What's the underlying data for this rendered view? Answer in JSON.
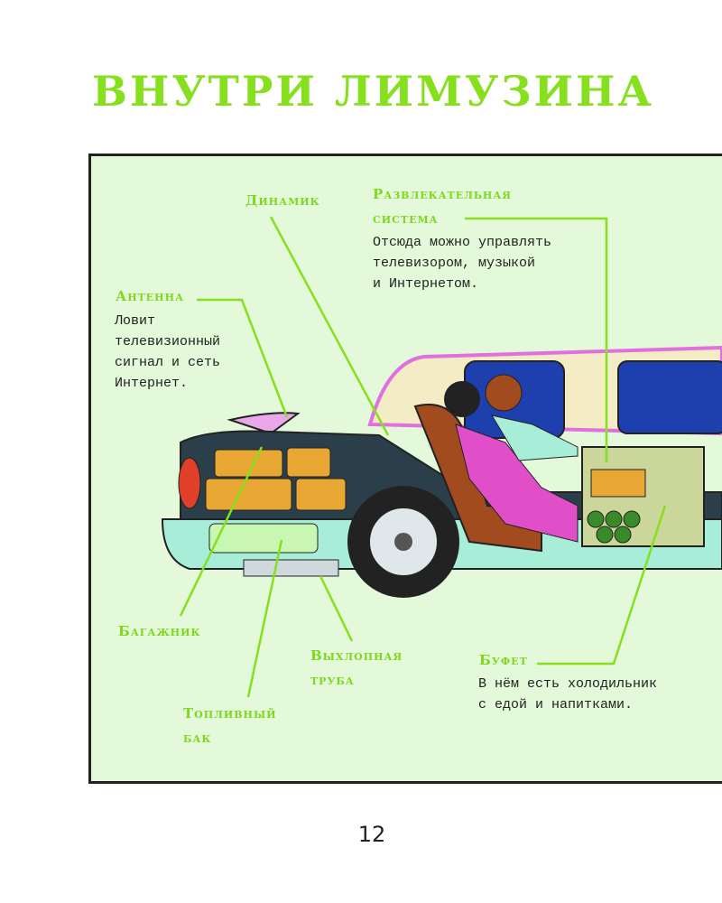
{
  "title": "ВНУТРИ ЛИМУЗИНА",
  "labels": {
    "speaker": {
      "title": "Динамик"
    },
    "entertainment": {
      "title_line1": "Развлекательная",
      "title_line2": "система",
      "desc": "Отсюда можно управлять\nтелевизором, музыкой\nи Интернетом."
    },
    "antenna": {
      "title": "Антенна",
      "desc": "Ловит\nтелевизионный\nсигнал и сеть\nИнтернет."
    },
    "trunk": {
      "title": "Багажник"
    },
    "fuel_tank": {
      "title_line1": "Топливный",
      "title_line2": "бак"
    },
    "exhaust": {
      "title_line1": "Выхлопная",
      "title_line2": "труба"
    },
    "buffet": {
      "title": "Буфет",
      "desc": "В нём есть холодильник\nс едой и напитками."
    }
  },
  "page_number": "12",
  "colors": {
    "accent": "#7bd81a",
    "panel": "#e3f9d9",
    "car_body": "#a8edd8",
    "roof": "#e9a8e8"
  }
}
